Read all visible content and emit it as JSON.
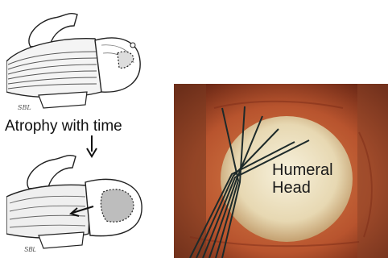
{
  "caption": "Atrophy with time",
  "photo": {
    "label_line1": "Humeral",
    "label_line2": "Head"
  },
  "illustrations": {
    "top_signature": "SBL",
    "bottom_signature": "SBL"
  },
  "colors": {
    "photo_tissue": "#b8542e",
    "humeral_head": "#efe6cc",
    "suture": "#1d2a2a",
    "muscle_lines": "#555555"
  }
}
